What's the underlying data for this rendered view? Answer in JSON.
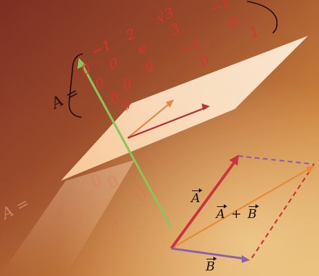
{
  "labels": {
    "vector_a": "A",
    "vector_b": "B",
    "sum_left": "A",
    "sum_plus": "+",
    "sum_right": "B",
    "matrix_name": "A",
    "equals": "=",
    "ghost_matrix_name": "A",
    "ghost_equals": "="
  },
  "matrix_entries": {
    "row1": [
      "−1",
      "2",
      "√3",
      "−1"
    ],
    "row1_extra": [
      "3",
      "π",
      "1"
    ],
    "row2": [
      "0",
      "0",
      "0"
    ],
    "row2_extra": [
      "e",
      "−1",
      "0"
    ],
    "row3": [
      "0",
      "0"
    ],
    "row4": [
      "0",
      "0"
    ],
    "ghost_row": [
      "0",
      "0",
      "0"
    ],
    "ghost_row2": [
      "0",
      "0"
    ]
  },
  "colors": {
    "vector_a": "#c8353d",
    "vector_b": "#8a5fb0",
    "vector_sum": "#e98a3a",
    "axis_green": "#8cc45a",
    "plane": "#ffe3c2",
    "matrix_text": "#d8342e"
  }
}
